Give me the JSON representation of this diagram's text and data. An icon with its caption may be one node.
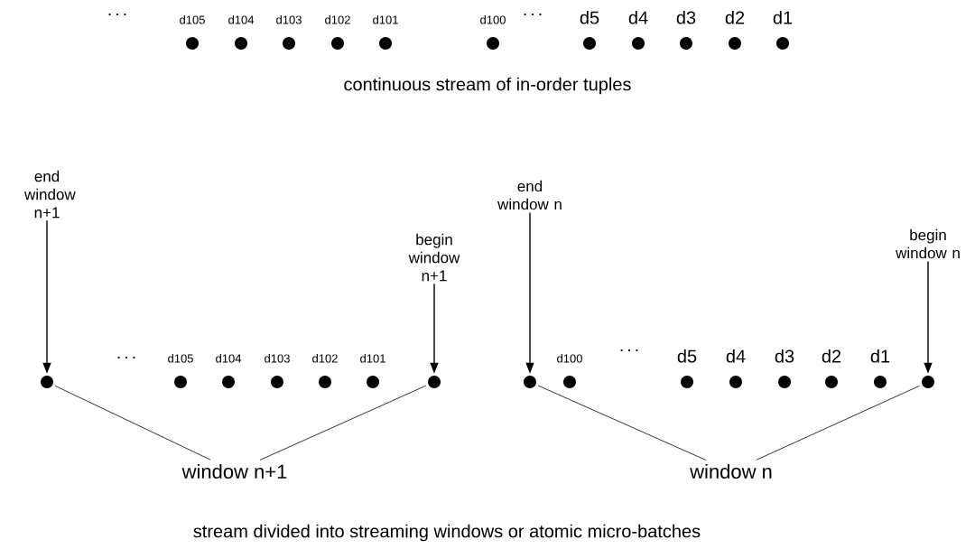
{
  "diagram": {
    "nodes": [
      {
        "text": [
          "d105"
        ]
      },
      {
        "text": [
          "d104"
        ]
      },
      {
        "text": [
          "d103"
        ]
      },
      {
        "text": [
          "d102"
        ]
      },
      {
        "text": [
          "d101"
        ]
      },
      {
        "text": [
          "d100"
        ]
      },
      {
        "text": [
          "d5"
        ]
      },
      {
        "text": [
          "d4"
        ]
      },
      {
        "text": [
          "d3"
        ]
      },
      {
        "text": [
          "d2"
        ]
      },
      {
        "text": [
          "d1"
        ]
      },
      {
        "text": [
          "end window n+1"
        ]
      },
      {
        "text": [
          "begin window n+1"
        ]
      },
      {
        "text": [
          "end window n"
        ]
      },
      {
        "text": [
          "begin window n"
        ]
      },
      {
        "text": [],
        "shape": "circle"
      },
      {
        "text": [
          "d105"
        ]
      },
      {
        "text": [
          "d104"
        ]
      },
      {
        "text": [
          "d103"
        ]
      },
      {
        "text": [
          "d102"
        ]
      },
      {
        "text": [
          "d101"
        ]
      },
      {
        "text": [],
        "shape": "circle"
      },
      {
        "text": [],
        "shape": "circle"
      },
      {
        "text": [
          "d100"
        ]
      },
      {
        "text": [
          "d5"
        ]
      },
      {
        "text": [
          "d4"
        ]
      },
      {
        "text": [
          "d3"
        ]
      },
      {
        "text": [
          "d2"
        ]
      },
      {
        "text": [
          "d1"
        ]
      },
      {
        "text": [],
        "shape": "circle"
      },
      {
        "text": [
          "window n+1"
        ]
      },
      {
        "text": [
          "window n"
        ]
      }
    ],
    "edges": [
      {
        "from": 11,
        "to": 15,
        "arrow": "to"
      },
      {
        "from": 12,
        "to": 21,
        "arrow": "to"
      },
      {
        "from": 13,
        "to": 22,
        "arrow": "to"
      },
      {
        "from": 14,
        "to": 29,
        "arrow": "to"
      },
      {
        "from": 30,
        "to": 15,
        "arrow": "none"
      },
      {
        "from": 30,
        "to": 21,
        "arrow": "none"
      },
      {
        "from": 31,
        "to": 22,
        "arrow": "none"
      },
      {
        "from": 31,
        "to": 29,
        "arrow": "none"
      }
    ],
    "labels": [
      ". . .",
      ". . .",
      "continuous stream of in-order tuples",
      ". . .",
      ". . .",
      "stream divided into streaming windows or atomic micro-batches"
    ]
  }
}
